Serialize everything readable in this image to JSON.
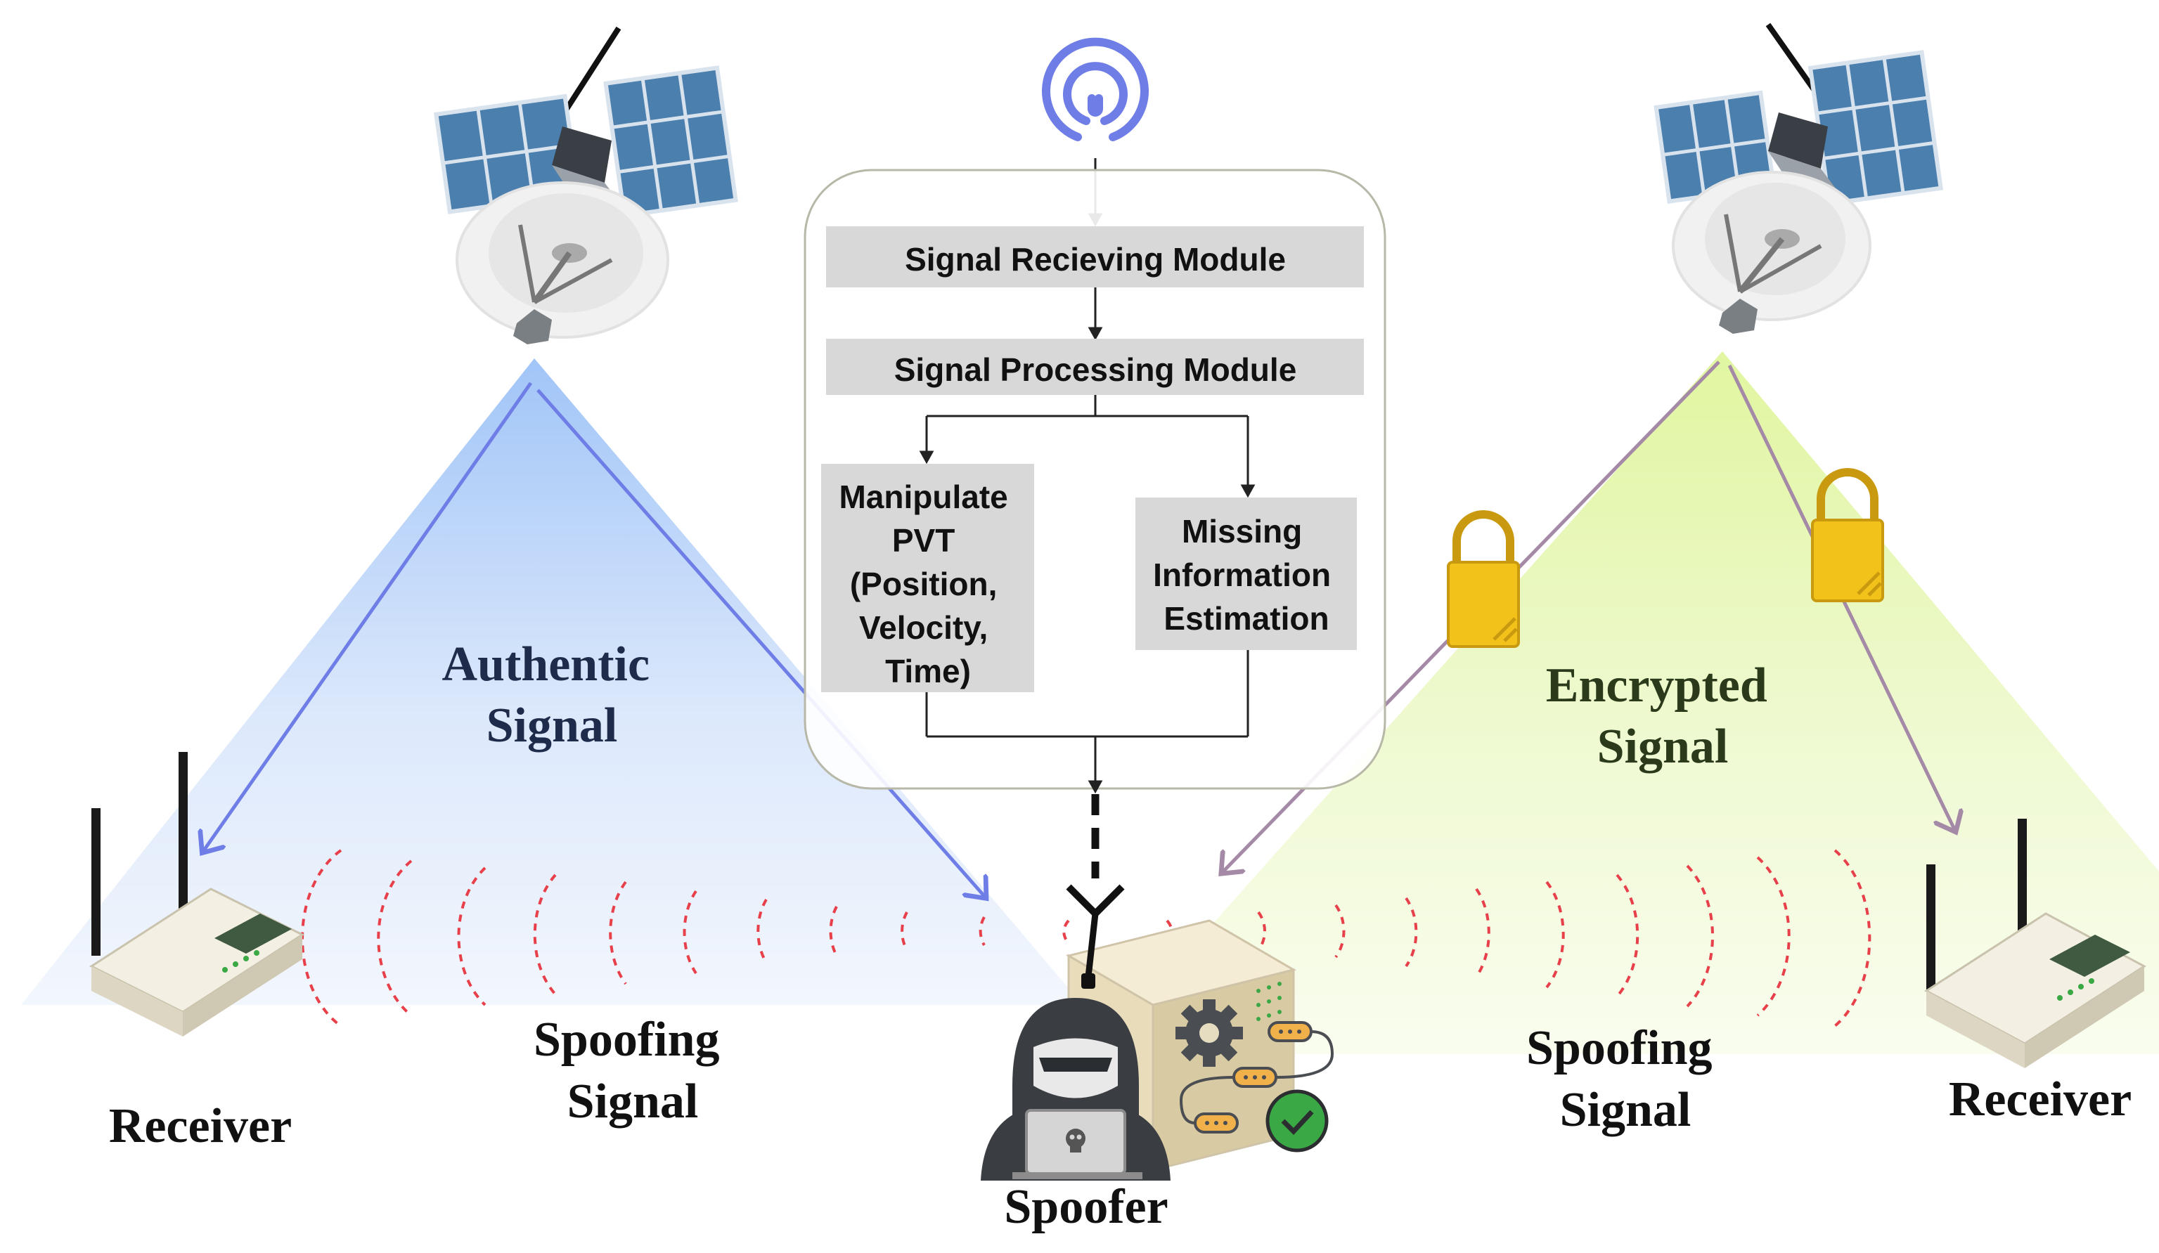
{
  "flowchart": {
    "receiving_module": "Signal Recieving Module",
    "processing_module": "Signal Processing Module",
    "manipulate_pvt": [
      "Manipulate",
      "PVT",
      "(Position,",
      "Velocity,",
      "Time)"
    ],
    "missing_info": [
      "Missing",
      "Information",
      "Estimation"
    ]
  },
  "labels": {
    "authentic_signal": [
      "Authentic",
      "Signal"
    ],
    "encrypted_signal": [
      "Encrypted",
      "Signal"
    ],
    "spoofing_signal_left": [
      "Spoofing",
      "Signal"
    ],
    "spoofing_signal_right": [
      "Spoofing",
      "Signal"
    ],
    "receiver_left": "Receiver",
    "receiver_right": "Receiver",
    "spoofer": "Spoofer"
  },
  "colors": {
    "authentic_beam": "#b8d4fb",
    "authentic_arrow": "#6f7ee6",
    "encrypted_beam": "#e6f7b0",
    "encrypted_arrow": "#a48aa6",
    "spoof_wave": "#e8404a",
    "lock": "#f2c21b",
    "module_fill": "#d8d8d8",
    "solar_panel": "#4a7fae",
    "broadcast_icon": "#6f7ee6",
    "check": "#3aa845"
  },
  "icons": {
    "satellites": [
      "satellite-icon",
      "satellite-icon"
    ],
    "receivers": [
      "router-icon",
      "router-icon"
    ],
    "locks": [
      "padlock-icon",
      "padlock-icon"
    ],
    "broadcast": "broadcast-icon",
    "hacker": "hooded-hacker-icon",
    "server": "server-box-icon",
    "gear": "gear-icon",
    "check": "check-circle-icon"
  }
}
